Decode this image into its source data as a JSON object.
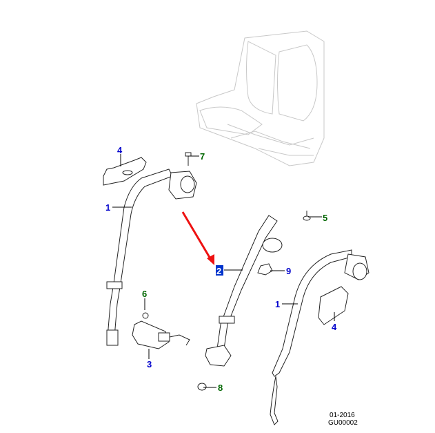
{
  "diagram": {
    "colors": {
      "part_ref_blue": "#0000cc",
      "hardware_ref_green": "#006600",
      "arrow": "#ee1111",
      "highlight": "#0033cc"
    },
    "callouts": [
      {
        "label": "4",
        "kind": "part"
      },
      {
        "label": "7",
        "kind": "hardware"
      },
      {
        "label": "1",
        "kind": "part"
      },
      {
        "label": "5",
        "kind": "hardware"
      },
      {
        "label": "2",
        "kind": "part",
        "highlighted": true
      },
      {
        "label": "9",
        "kind": "part"
      },
      {
        "label": "6",
        "kind": "hardware"
      },
      {
        "label": "1",
        "kind": "part"
      },
      {
        "label": "4",
        "kind": "part"
      },
      {
        "label": "3",
        "kind": "part"
      },
      {
        "label": "8",
        "kind": "hardware"
      }
    ],
    "footer": {
      "date": "01-2016",
      "code": "GU00002"
    }
  }
}
